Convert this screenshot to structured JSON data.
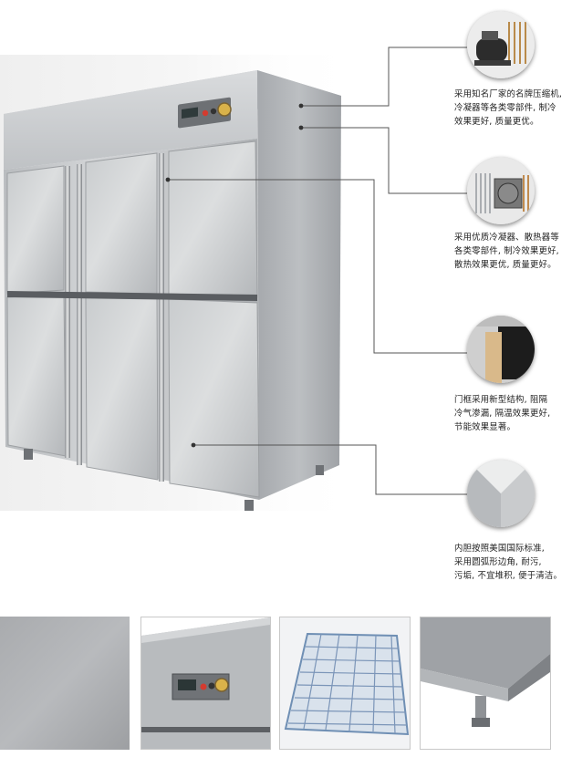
{
  "features": [
    {
      "icon": "compressor-icon",
      "text": "采用知名厂家的名牌压缩机,\n冷凝器等各类零部件, 制冷\n效果更好, 质量更优。"
    },
    {
      "icon": "condenser-icon",
      "text": "采用优质冷凝器、散热器等\n各类零部件, 制冷效果更好,\n散热效果更优, 质量更好。"
    },
    {
      "icon": "door-frame-icon",
      "text": "门框采用新型结构, 阻隔\n冷气渗漏, 隔温效果更好,\n节能效果显著。"
    },
    {
      "icon": "rounded-corner-icon",
      "text": "内胆按照美国国际标准,\n采用圆弧形边角, 耐污,\n污垢, 不宜堆积, 便于清洁。"
    }
  ],
  "thumbnails": [
    {
      "icon": "steel-texture-icon"
    },
    {
      "icon": "control-panel-icon"
    },
    {
      "icon": "wire-shelf-icon"
    },
    {
      "icon": "adjustable-foot-icon"
    }
  ]
}
